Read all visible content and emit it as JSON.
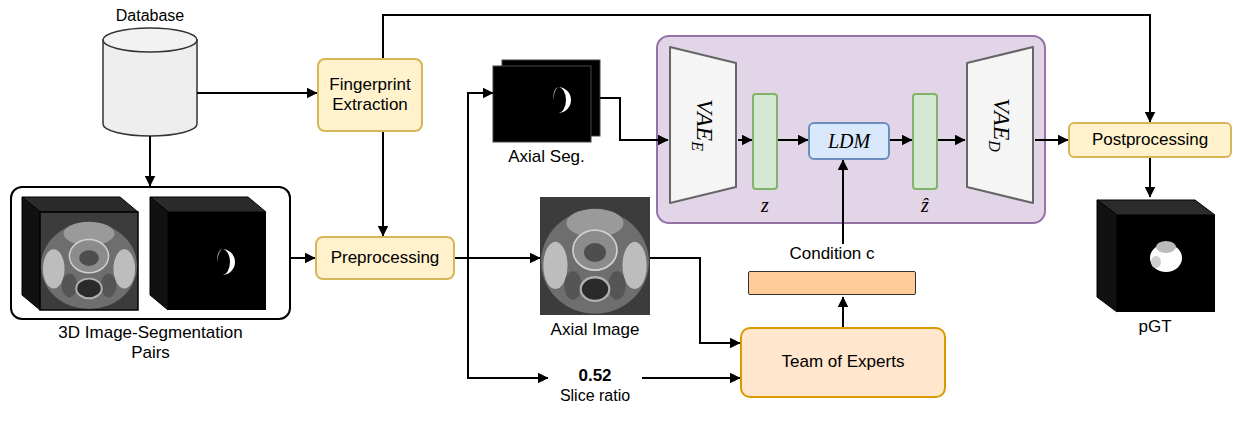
{
  "diagram": {
    "nodes": [
      {
        "text": [
          "Database"
        ]
      },
      {
        "text": [
          "Fingerprint Extraction"
        ]
      },
      {
        "text": [
          "Axial Seg."
        ]
      },
      {
        "text": [
          "VAE",
          "E"
        ]
      },
      {
        "text": [
          "z"
        ]
      },
      {
        "text": [
          "LDM"
        ]
      },
      {
        "text": [
          "ẑ"
        ]
      },
      {
        "text": [
          "VAE",
          "D"
        ]
      },
      {
        "text": [
          "Postprocessing"
        ]
      },
      {
        "text": [
          "3D Image-Segmentation Pairs"
        ]
      },
      {
        "text": [
          "Preprocessing"
        ]
      },
      {
        "text": [
          "Axial Image"
        ]
      },
      {
        "text": [
          "Condition c"
        ]
      },
      {
        "text": [
          "pGT"
        ]
      },
      {
        "text": [
          "0.52",
          "Slice ratio"
        ]
      },
      {
        "text": [
          "Team of Experts"
        ]
      }
    ],
    "edges": [
      {
        "from": 0,
        "to": 1,
        "arrow": "to"
      },
      {
        "from": 0,
        "to": 9,
        "arrow": "to"
      },
      {
        "from": 1,
        "to": 10,
        "arrow": "to"
      },
      {
        "from": 9,
        "to": 10,
        "arrow": "to"
      },
      {
        "from": 10,
        "to": 2,
        "arrow": "to"
      },
      {
        "from": 10,
        "to": 11,
        "arrow": "to"
      },
      {
        "from": 10,
        "to": 14,
        "arrow": "to"
      },
      {
        "from": 1,
        "to": 8,
        "arrow": "to"
      },
      {
        "from": 2,
        "to": 3,
        "arrow": "to"
      },
      {
        "from": 3,
        "to": 4,
        "arrow": "to"
      },
      {
        "from": 4,
        "to": 5,
        "arrow": "to"
      },
      {
        "from": 5,
        "to": 6,
        "arrow": "to"
      },
      {
        "from": 6,
        "to": 7,
        "arrow": "to"
      },
      {
        "from": 7,
        "to": 8,
        "arrow": "to"
      },
      {
        "from": 8,
        "to": 13,
        "arrow": "to"
      },
      {
        "from": 11,
        "to": 15,
        "arrow": "to"
      },
      {
        "from": 14,
        "to": 15,
        "arrow": "to"
      },
      {
        "from": 15,
        "to": 12,
        "arrow": "to"
      },
      {
        "from": 12,
        "to": 5,
        "arrow": "to"
      }
    ]
  }
}
